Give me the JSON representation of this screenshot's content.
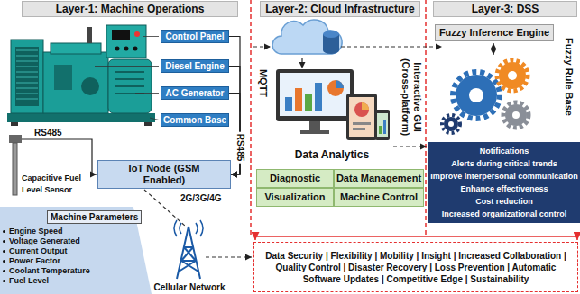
{
  "diagram": {
    "nodes": [
      {
        "text": [
          "Layer-1: Machine Operations"
        ]
      },
      {
        "text": [
          "Control Panel"
        ]
      },
      {
        "text": [
          "Diesel Engine"
        ]
      },
      {
        "text": [
          "AC Generator"
        ]
      },
      {
        "text": [
          "Common Base"
        ]
      },
      {
        "text": [
          "IoT Node (GSM Enabled)"
        ]
      },
      {
        "text": [
          "Machine Parameters",
          "Engine Speed",
          "Voltage Generated",
          "Current Output",
          "Power Factor",
          "Coolant Temperature",
          "Fuel Level"
        ]
      },
      {
        "text": [
          "Layer-2: Cloud Infrastructure"
        ]
      },
      {
        "text": [
          "Diagnostic"
        ]
      },
      {
        "text": [
          "Data Management"
        ]
      },
      {
        "text": [
          "Visualization"
        ]
      },
      {
        "text": [
          "Machine Control"
        ]
      },
      {
        "text": [
          "Layer-3: DSS"
        ]
      },
      {
        "text": [
          "Fuzzy Inference Engine"
        ]
      },
      {
        "text": [
          "Notifications",
          "Alerts during critical trends",
          "Improve interpersonal communication",
          "Enhance effectiveness",
          "Cost reduction",
          "Increased organizational control"
        ]
      },
      {
        "text": [
          "Data Security | Flexibility | Mobility | Insight | Increased Collaboration | Quality Control | Disaster Recovery | Loss Prevention | Automatic Software Updates | Competitive Edge | Sustainability"
        ]
      }
    ],
    "edges": [
      {
        "from": 1,
        "to": 5,
        "arrow": "to"
      },
      {
        "from": 2,
        "to": 5,
        "arrow": "to"
      },
      {
        "from": 3,
        "to": 5,
        "arrow": "to"
      },
      {
        "from": 4,
        "to": 5,
        "arrow": "to",
        "label": "RS485"
      }
    ],
    "labels": [
      "Capacitive Fuel Level Sensor",
      "RS485",
      "2G/3G/4G",
      "Cellular Network",
      "MQTT",
      "Data Analytics",
      "Interactive GUI (Cross-platform)",
      "Fuzzy Rule Base"
    ]
  }
}
